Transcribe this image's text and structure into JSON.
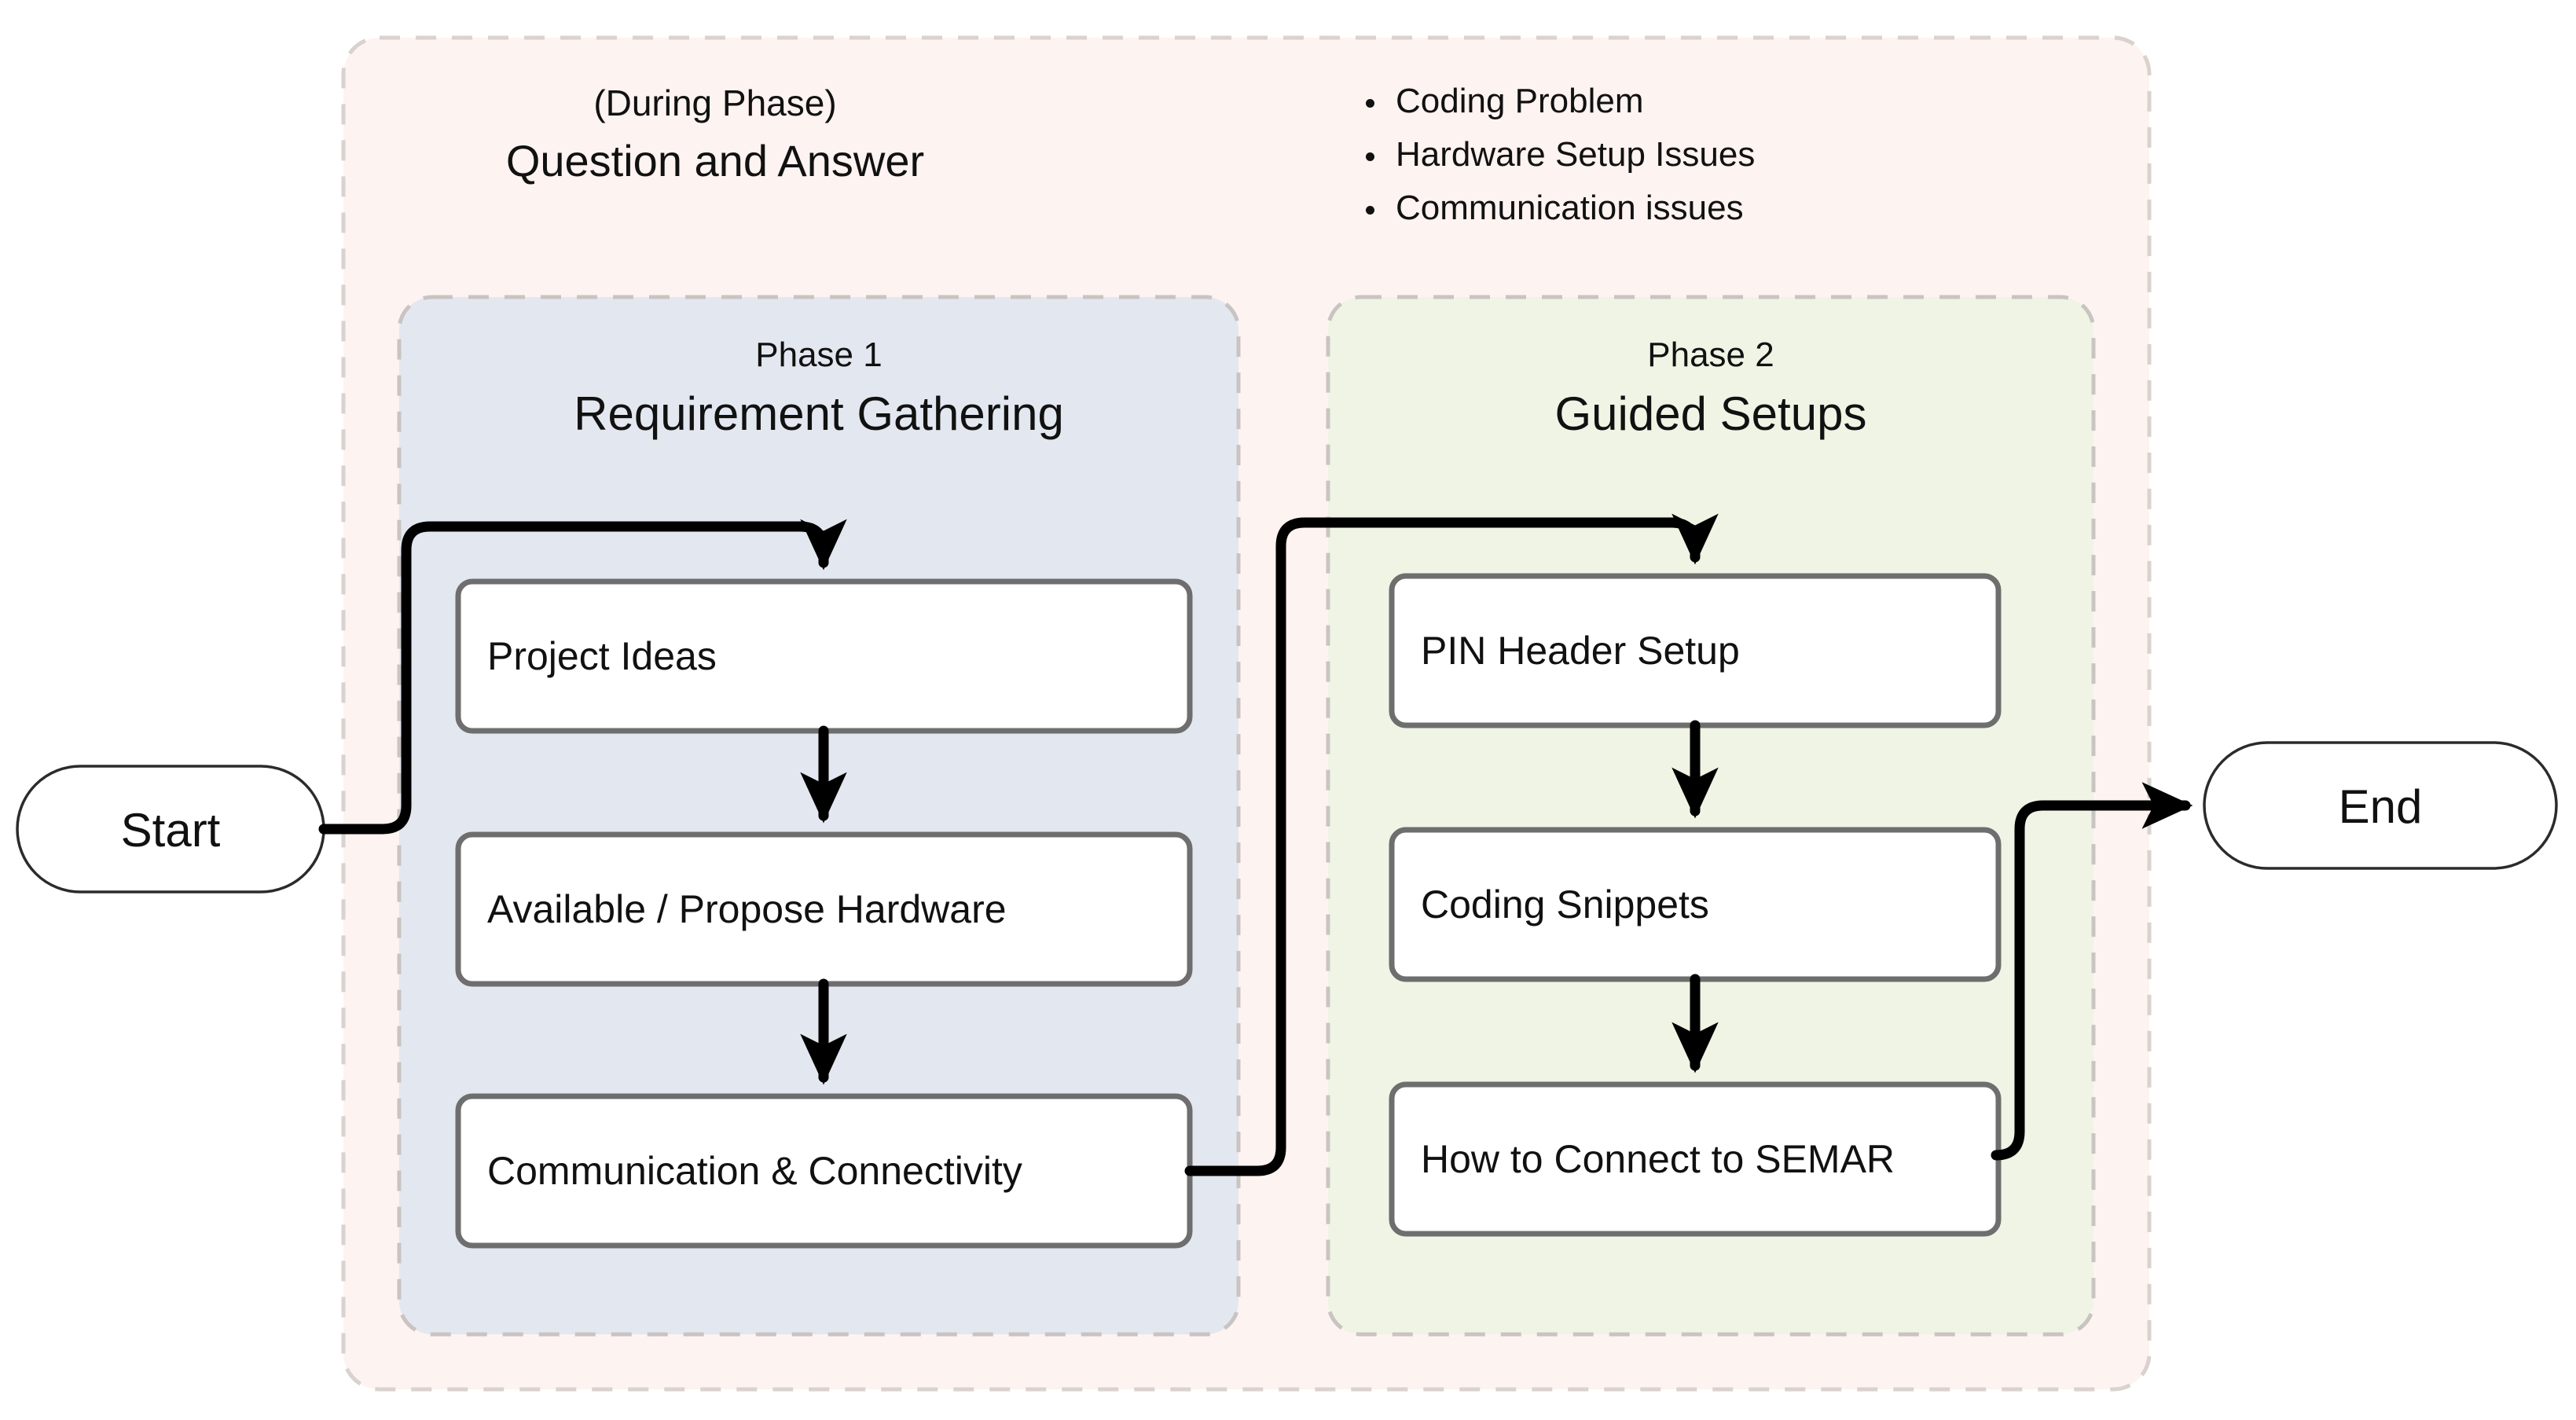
{
  "diagram": {
    "type": "flowchart",
    "orientation": "left-to-right",
    "outer_container": {
      "subtitle": "(During Phase)",
      "title": "Question and Answer",
      "fill": "#fdf3f0",
      "border": "#d8d3d0"
    },
    "issue_list": [
      "Coding Problem",
      "Hardware Setup Issues",
      "Communication issues"
    ],
    "phases": [
      {
        "id": "phase1",
        "label": "Phase 1",
        "title": "Requirement Gathering",
        "fill": "#e3e7f0",
        "border": "#c9c4c1",
        "nodes": [
          "Project Ideas",
          "Available / Propose Hardware",
          "Communication & Connectivity"
        ]
      },
      {
        "id": "phase2",
        "label": "Phase 2",
        "title": "Guided Setups",
        "fill": "#eff4e5",
        "border": "#c9c4c1",
        "nodes": [
          "PIN Header Setup",
          "Coding Snippets",
          "How to Connect to SEMAR"
        ]
      }
    ],
    "terminals": {
      "start": "Start",
      "end": "End"
    },
    "node_style": {
      "fill": "#ffffff",
      "border": "#6e6e6e"
    },
    "edge_color": "#000000",
    "edges": [
      {
        "from": "Start",
        "to": "Project Ideas"
      },
      {
        "from": "Project Ideas",
        "to": "Available / Propose Hardware"
      },
      {
        "from": "Available / Propose Hardware",
        "to": "Communication & Connectivity"
      },
      {
        "from": "Communication & Connectivity",
        "to": "PIN Header Setup"
      },
      {
        "from": "PIN Header Setup",
        "to": "Coding Snippets"
      },
      {
        "from": "Coding Snippets",
        "to": "How to Connect to SEMAR"
      },
      {
        "from": "How to Connect to SEMAR",
        "to": "End"
      }
    ]
  }
}
